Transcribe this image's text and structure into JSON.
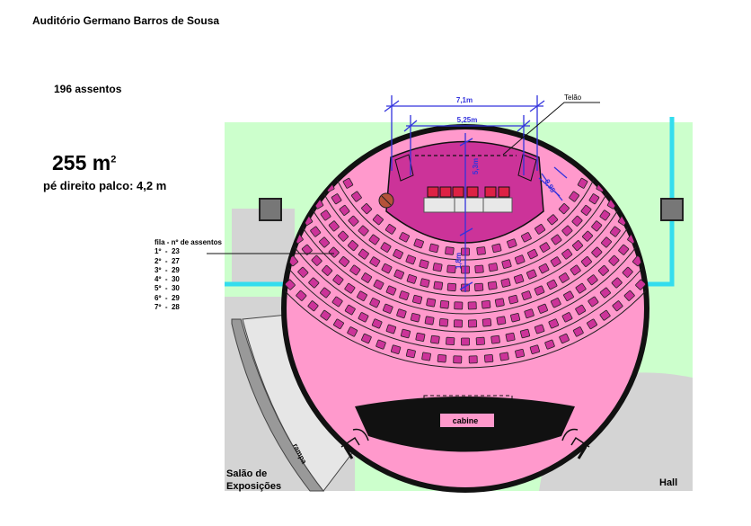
{
  "header": {
    "title": "Auditório Germano Barros de Sousa",
    "seats_total": "196 assentos",
    "area_value": "255 m",
    "area_exponent": "2",
    "ceiling": "pé direito palco: 4,2 m"
  },
  "rows_table": {
    "heading": "fila - nº de assentos",
    "rows": [
      {
        "row": "1º",
        "seats": "23"
      },
      {
        "row": "2º",
        "seats": "27"
      },
      {
        "row": "3º",
        "seats": "29"
      },
      {
        "row": "4º",
        "seats": "30"
      },
      {
        "row": "5º",
        "seats": "30"
      },
      {
        "row": "6º",
        "seats": "29"
      },
      {
        "row": "7º",
        "seats": "28"
      }
    ]
  },
  "dimensions": {
    "outer_width": "7,1m",
    "inner_width": "5,25m",
    "stage_depth": "5,3m",
    "front_gap": "1,8m",
    "side": "0,95"
  },
  "labels": {
    "screen": "Telão",
    "booth": "cabine",
    "ramp": "rampa",
    "exhibition_line1": "Salão de",
    "exhibition_line2": "Exposições",
    "hall": "Hall"
  },
  "colors": {
    "green_area": "#ccffcc",
    "cyan_line": "#33ddee",
    "gray_floor": "#d4d4d4",
    "hall_pink": "#ff99cc",
    "stage_magenta": "#cc3399",
    "seat_fill": "#cc3399",
    "dimension_blue": "#3333dd"
  }
}
